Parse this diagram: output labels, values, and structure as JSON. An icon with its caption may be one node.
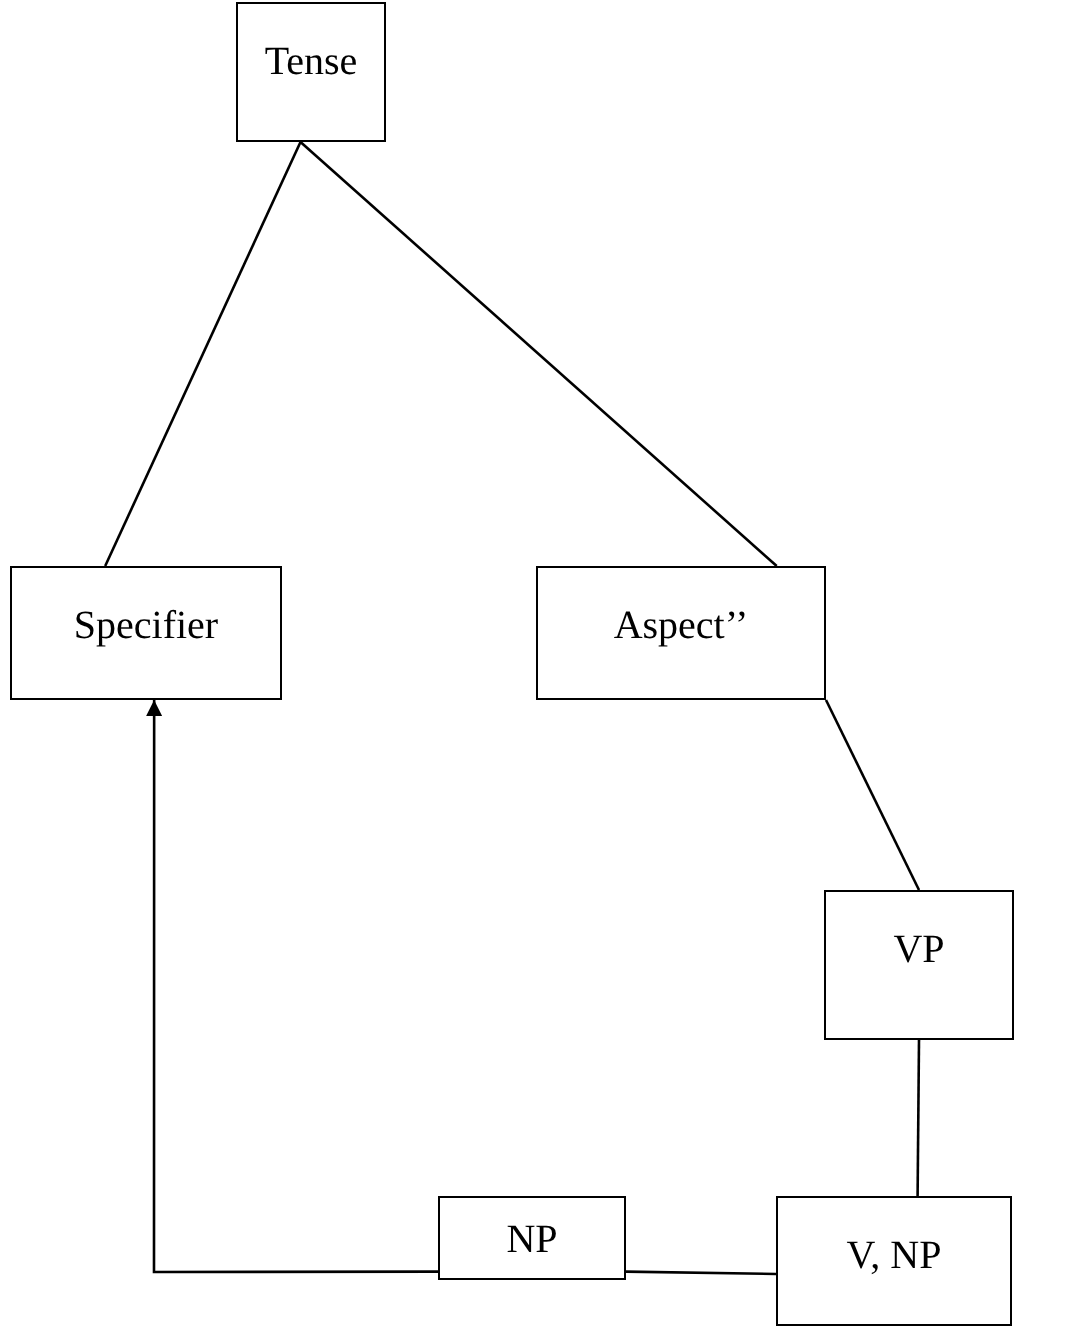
{
  "diagram": {
    "nodes": [
      {
        "text": [
          "Tense"
        ]
      },
      {
        "text": [
          "Specifier"
        ]
      },
      {
        "text": [
          "Aspect’’"
        ]
      },
      {
        "text": [
          "VP"
        ]
      },
      {
        "text": [
          "V, NP"
        ]
      },
      {
        "text": [
          "NP"
        ]
      }
    ],
    "edges": [
      {
        "from": 0,
        "to": 1,
        "arrow": "none"
      },
      {
        "from": 0,
        "to": 2,
        "arrow": "none"
      },
      {
        "from": 2,
        "to": 3,
        "arrow": "none"
      },
      {
        "from": 3,
        "to": 4,
        "arrow": "none"
      },
      {
        "from": 4,
        "to": 5,
        "arrow": "none"
      },
      {
        "from": 5,
        "to": 1,
        "arrow": "to"
      }
    ]
  }
}
